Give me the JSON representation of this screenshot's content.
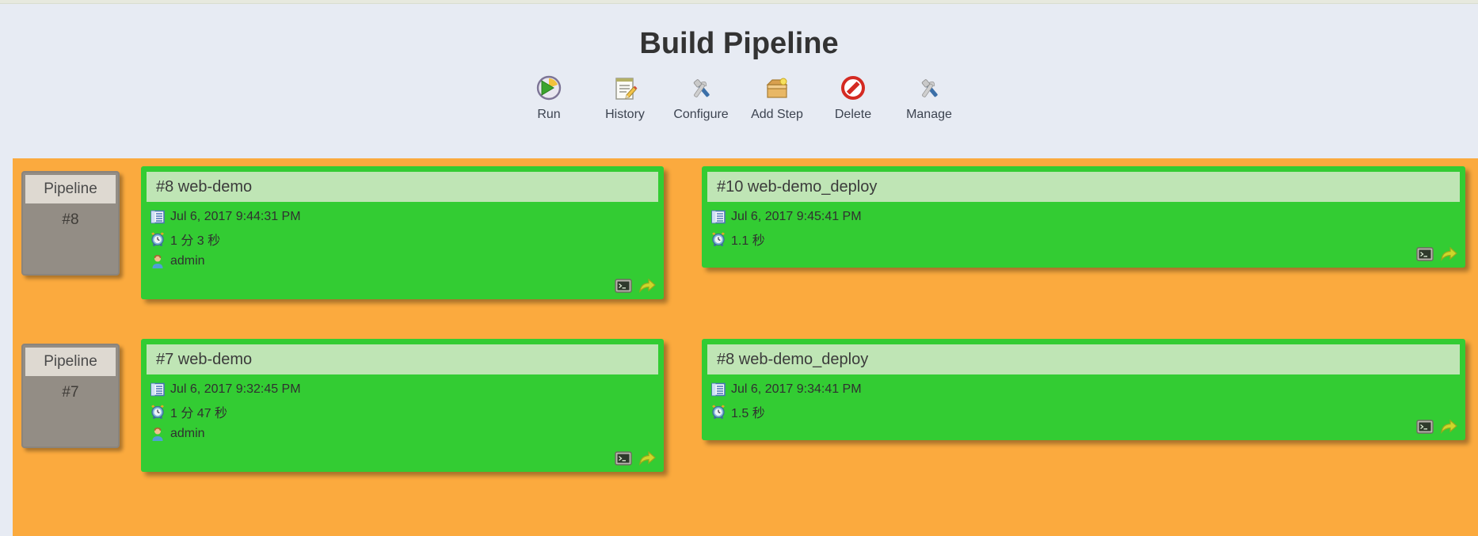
{
  "page": {
    "title": "Build Pipeline"
  },
  "toolbar": {
    "items": [
      {
        "label": "Run",
        "icon": "run-icon"
      },
      {
        "label": "History",
        "icon": "history-icon"
      },
      {
        "label": "Configure",
        "icon": "configure-icon"
      },
      {
        "label": "Add Step",
        "icon": "add-step-icon"
      },
      {
        "label": "Delete",
        "icon": "delete-icon"
      },
      {
        "label": "Manage",
        "icon": "manage-icon"
      }
    ]
  },
  "board": {
    "background_color": "#fbaa3e",
    "rows": [
      {
        "pipeline_label": "Pipeline",
        "pipeline_number": "#8",
        "cards": [
          {
            "title": "#8 web-demo",
            "date": "Jul 6, 2017 9:44:31 PM",
            "duration": "1 分 3 秒",
            "user": "admin",
            "status_color": "#33cc33",
            "console_icon": "console-icon",
            "rerun_icon": "rerun-arrow-icon"
          },
          {
            "title": "#10 web-demo_deploy",
            "date": "Jul 6, 2017 9:45:41 PM",
            "duration": "1.1 秒",
            "user": null,
            "status_color": "#33cc33",
            "console_icon": "console-icon",
            "rerun_icon": "rerun-arrow-icon"
          }
        ]
      },
      {
        "pipeline_label": "Pipeline",
        "pipeline_number": "#7",
        "cards": [
          {
            "title": "#7 web-demo",
            "date": "Jul 6, 2017 9:32:45 PM",
            "duration": "1 分 47 秒",
            "user": "admin",
            "status_color": "#33cc33",
            "console_icon": "console-icon",
            "rerun_icon": "rerun-arrow-icon"
          },
          {
            "title": "#8 web-demo_deploy",
            "date": "Jul 6, 2017 9:34:41 PM",
            "duration": "1.5 秒",
            "user": null,
            "status_color": "#33cc33",
            "console_icon": "console-icon",
            "rerun_icon": "rerun-arrow-icon"
          }
        ]
      }
    ]
  }
}
